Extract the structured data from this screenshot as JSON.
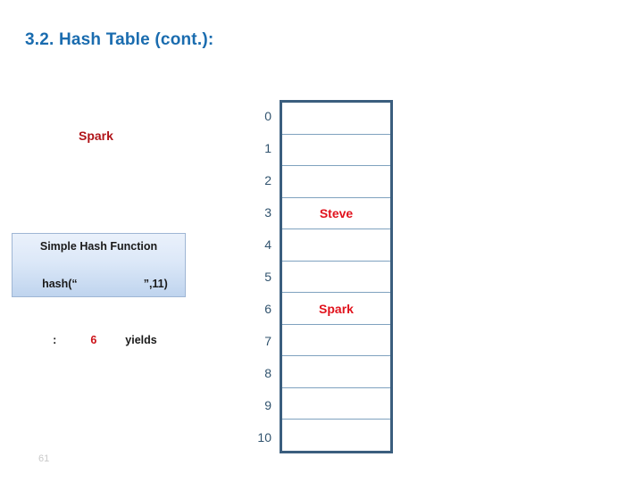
{
  "slide": {
    "title": "3.2. Hash Table (cont.):",
    "title_color": "#1A6CAF",
    "page_number": "61"
  },
  "key_label": {
    "text": "Spark",
    "color": "#B01419"
  },
  "hash_box": {
    "line1": "Simple Hash Function",
    "line2": "hash(“          ”,11)",
    "line2_prefix": "hash(“",
    "line2_suffix": "”,11)",
    "line3_prefix": ":",
    "line3_value": "6",
    "line3_suffix": "yields",
    "value_color": "#CC1017",
    "background": "#DCE8F8",
    "border_color": "#9FB6D4"
  },
  "hash_table": {
    "border_color": "#3B5E7E",
    "grid_color": "#7FA2BF",
    "value_color": "#E1131D",
    "index_color": "#31536E",
    "slot_count": 11,
    "rows": [
      {
        "index": "0",
        "value": ""
      },
      {
        "index": "1",
        "value": ""
      },
      {
        "index": "2",
        "value": ""
      },
      {
        "index": "3",
        "value": "Steve"
      },
      {
        "index": "4",
        "value": ""
      },
      {
        "index": "5",
        "value": ""
      },
      {
        "index": "6",
        "value": "Spark"
      },
      {
        "index": "7",
        "value": ""
      },
      {
        "index": "8",
        "value": ""
      },
      {
        "index": "9",
        "value": ""
      },
      {
        "index": "10",
        "value": ""
      }
    ]
  }
}
